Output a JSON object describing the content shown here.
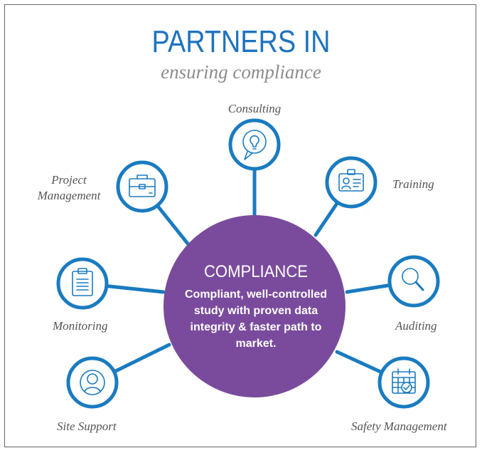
{
  "header": {
    "title": "PARTNERS IN",
    "subtitle": "ensuring compliance"
  },
  "center": {
    "heading": "COMPLIANCE",
    "description": "Compliant, well-controlled study with proven data integrity & faster path to market."
  },
  "nodes": [
    {
      "label": "Consulting",
      "icon": "lightbulb-icon"
    },
    {
      "label": "Training",
      "icon": "id-badge-icon"
    },
    {
      "label": "Auditing",
      "icon": "magnifier-icon"
    },
    {
      "label": "Safety Management",
      "icon": "calendar-check-icon"
    },
    {
      "label": "Site Support",
      "icon": "person-icon"
    },
    {
      "label": "Monitoring",
      "icon": "clipboard-icon"
    },
    {
      "label": "Project\nManagement",
      "icon": "briefcase-icon"
    }
  ],
  "colors": {
    "title": "#1e73be",
    "node_stroke": "#1a7bc0",
    "center_fill": "#7a4b9c",
    "label_text": "#555555"
  }
}
